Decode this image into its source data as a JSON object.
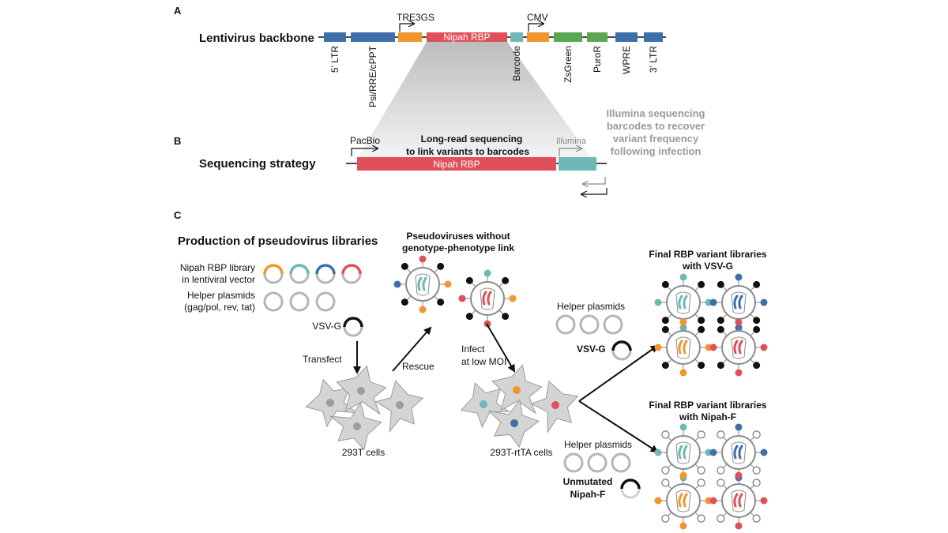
{
  "panels": {
    "a": "A",
    "b": "B",
    "c": "C"
  },
  "colors": {
    "blue": "#3d6fa8",
    "orange": "#f0962d",
    "red": "#e0505a",
    "teal": "#6fb8b5",
    "green": "#5aa752",
    "gray": "#c8c8c8",
    "dark": "#111111"
  },
  "panel_a": {
    "title": "Lentivirus backbone",
    "promoter1": "TRE3GS",
    "promoter2": "CMV",
    "insert_label": "Nipah RBP",
    "labels": [
      "5' LTR",
      "Psi/RRE/cPPT",
      "Barcode",
      "ZsGreen",
      "PuroR",
      "WPRE",
      "3' LTR"
    ]
  },
  "panel_b": {
    "title": "Sequencing strategy",
    "pacbio": "PacBio",
    "longread_line1": "Long-read sequencing",
    "longread_line2": "to link variants to barcodes",
    "insert_label": "Nipah RBP",
    "illumina": "Illumina",
    "illumina_note": [
      "Illumina sequencing",
      "barcodes to recover",
      "variant frequency",
      "following infection"
    ]
  },
  "panel_c": {
    "title": "Production of pseudovirus libraries",
    "library_line1": "Nipah RBP library",
    "library_line2": "in lentiviral vector",
    "helper_line1": "Helper plasmids",
    "helper_line2": "(gag/pol, rev, tat)",
    "vsvg": "VSV-G",
    "transfect": "Transfect",
    "cells1": "293T cells",
    "rescue": "Rescue",
    "pseudo_line1": "Pseudoviruses without",
    "pseudo_line2": "genotype-phenotype link",
    "infect_line1": "Infect",
    "infect_line2": "at low MOI",
    "cells2": "293T-rtTA cells",
    "helper_top": "Helper plasmids",
    "vsvg_bold": "VSV-G",
    "final_vsvg_line1": "Final RBP variant libraries",
    "final_vsvg_line2": "with VSV-G",
    "helper_bottom": "Helper plasmids",
    "unmutated_line1": "Unmutated",
    "unmutated_line2": "Nipah-F",
    "final_nipah_line1": "Final RBP variant libraries",
    "final_nipah_line2": "with Nipah-F"
  }
}
